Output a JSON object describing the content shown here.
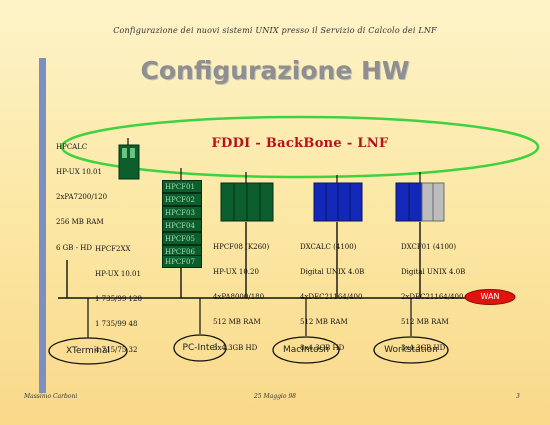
{
  "header": {
    "text": "Configurazione dei nuovi sistemi UNIX presso il Servizio di Calcolo dei LNF"
  },
  "title": "Configurazione HW",
  "backbone": {
    "label": "FDDI - BackBone - LNF",
    "color": "#b5121b"
  },
  "servers": {
    "hpcalc": [
      "HPCALC",
      "HP-UX 10.01",
      "2xPA7200/120",
      "256 MB RAM",
      "6 GB - HD"
    ],
    "hpcf2xx": [
      "HPCF2XX",
      "HP-UX 10.01",
      "1 735/99 128",
      "1 735/99 48",
      "4 715/75 32"
    ],
    "hpcf08": [
      "HPCF08 (K260)",
      "HP-UX 10.20",
      "4xPA8000/180",
      "512 MB RAM",
      "3x4.3GB HD"
    ],
    "dxcalc": [
      "DXCALC (4100)",
      "Digital UNIX 4.0B",
      "4xDEC21164/400",
      "512 MB RAM",
      "8x4.3GB HD"
    ],
    "dxcf01": [
      "DXCF01 (4100)",
      "Digital UNIX 4.0B",
      "2xDEC21164/400",
      "512 MB RAM",
      "3x4.3GB HD"
    ]
  },
  "hpcf_stack": [
    "HPCF01",
    "HPCF02",
    "HPCF03",
    "HPCF04",
    "HPCF05",
    "HPCF06",
    "HPCF07"
  ],
  "wan": {
    "label": "WAN",
    "color": "#e0140c"
  },
  "clients": [
    "XTerminal",
    "PC-Intel",
    "MacIntosh",
    "Workstation"
  ],
  "footer": {
    "author": "Massimo Carboni",
    "date": "25 Maggio 98",
    "page": "3"
  },
  "colors": {
    "hp_green": "#0c5e2d",
    "dec_blue": "#1328b8",
    "dec_gray": "#bdbdbd",
    "bar": "#7c8fc0",
    "ring": "#3fd23f"
  }
}
